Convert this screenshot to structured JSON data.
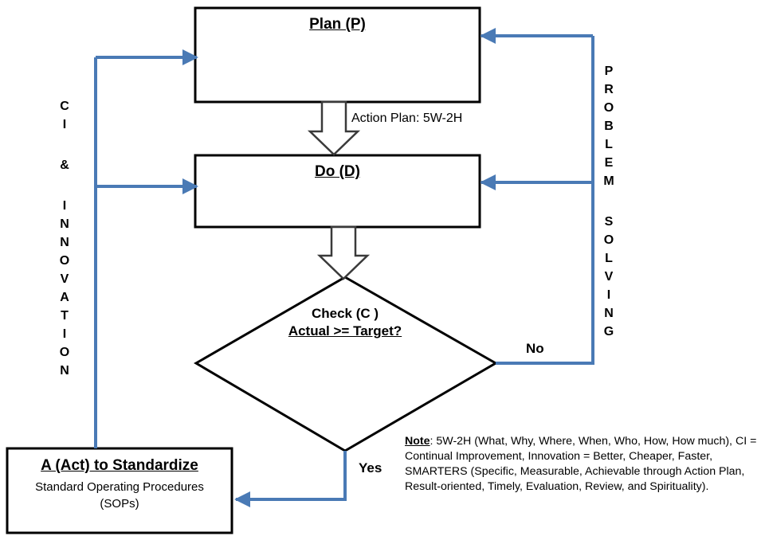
{
  "plan": {
    "title": "Plan (P)"
  },
  "action_plan": "Action Plan: 5W-2H",
  "do": {
    "title": "Do (D)"
  },
  "check": {
    "line1": "Check (C )",
    "line2": "Actual >= Target?"
  },
  "no_label": "No",
  "yes_label": "Yes",
  "act": {
    "title": "A (Act) to Standardize",
    "line1": "Standard Operating Procedures",
    "line2": "(SOPs)"
  },
  "left_vertical": [
    "C",
    "I",
    "",
    "&",
    "",
    "I",
    "N",
    "N",
    "O",
    "V",
    "A",
    "T",
    "I",
    "O",
    "N"
  ],
  "right_vertical": [
    "P",
    "R",
    "O",
    "B",
    "L",
    "E",
    "M",
    "",
    "S",
    "O",
    "L",
    "V",
    "I",
    "N",
    "G"
  ],
  "note": {
    "label": "Note",
    "text": ": 5W-2H (What, Why, Where, When, Who, How, How much), CI = Continual Improvement, Innovation = Better, Cheaper, Faster, SMARTERS (Specific, Measurable, Achievable through Action Plan, Result-oriented, Timely, Evaluation, Review, and Spirituality)."
  },
  "colors": {
    "arrow": "#4a7ab5",
    "border": "#000000",
    "background": "#ffffff"
  }
}
